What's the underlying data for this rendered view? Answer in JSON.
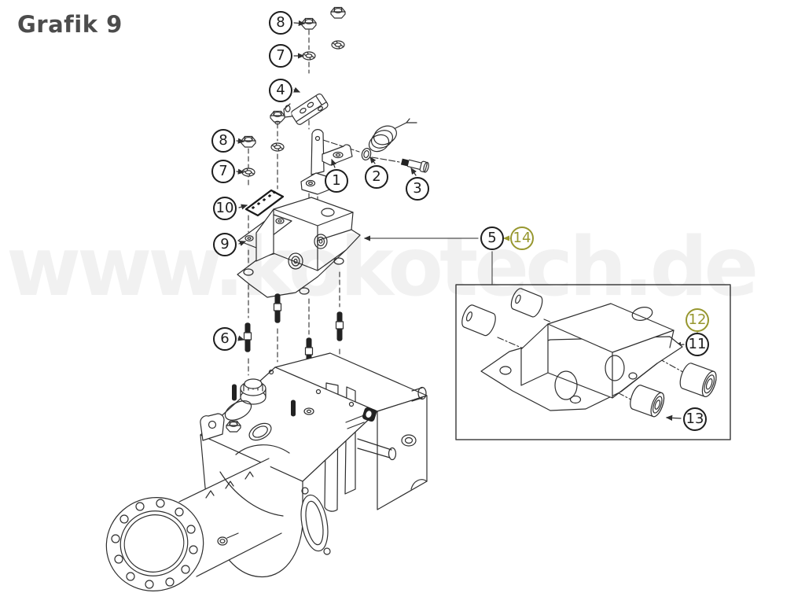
{
  "title": "Grafik 9",
  "watermark": "www.kokotech.de",
  "callouts": [
    {
      "id": "8-top",
      "label": "8",
      "highlighted": false
    },
    {
      "id": "7-top",
      "label": "7",
      "highlighted": false
    },
    {
      "id": "4",
      "label": "4",
      "highlighted": false
    },
    {
      "id": "8-left",
      "label": "8",
      "highlighted": false
    },
    {
      "id": "7-left",
      "label": "7",
      "highlighted": false
    },
    {
      "id": "10",
      "label": "10",
      "highlighted": false
    },
    {
      "id": "9",
      "label": "9",
      "highlighted": false
    },
    {
      "id": "1",
      "label": "1",
      "highlighted": false
    },
    {
      "id": "2",
      "label": "2",
      "highlighted": false
    },
    {
      "id": "3",
      "label": "3",
      "highlighted": false
    },
    {
      "id": "5",
      "label": "5",
      "highlighted": false
    },
    {
      "id": "14",
      "label": "14",
      "highlighted": true
    },
    {
      "id": "6",
      "label": "6",
      "highlighted": false
    },
    {
      "id": "12",
      "label": "12",
      "highlighted": true
    },
    {
      "id": "11",
      "label": "11",
      "highlighted": false
    },
    {
      "id": "13",
      "label": "13",
      "highlighted": false
    }
  ],
  "colors": {
    "background": "#ffffff",
    "line": "#2e2e2e",
    "callout": "#1d1d1d",
    "highlight": "#97972f",
    "title": "#4c4c4c",
    "watermark_tint": "#f1f1f1"
  }
}
